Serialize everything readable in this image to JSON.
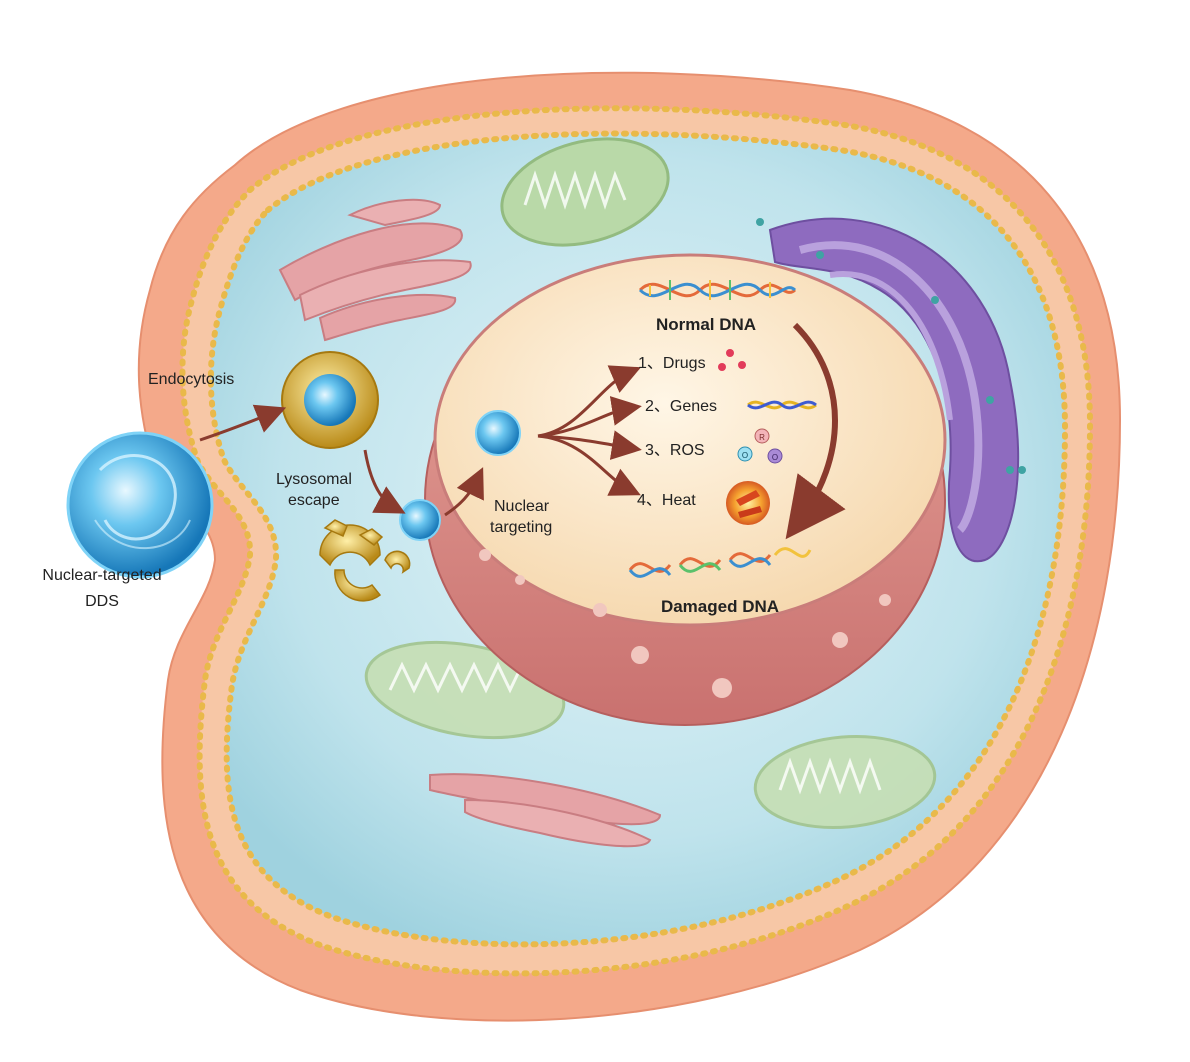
{
  "labels": {
    "endocytosis": "Endocytosis",
    "lysosomal_escape_1": "Lysosomal",
    "lysosomal_escape_2": "escape",
    "nuclear_targeting_1": "Nuclear",
    "nuclear_targeting_2": "targeting",
    "dds_1": "Nuclear-targeted",
    "dds_2": "DDS",
    "normal_dna": "Normal DNA",
    "damaged_dna": "Damaged DNA"
  },
  "mechanisms": [
    {
      "label": "1、Drugs"
    },
    {
      "label": "2、Genes"
    },
    {
      "label": "3、ROS"
    },
    {
      "label": "4、Heat"
    }
  ],
  "ros_symbols": {
    "r": "R",
    "o1": "O",
    "o2": "O"
  },
  "colors": {
    "membrane_outer": "#f4a98a",
    "membrane_bead": "#e9b94a",
    "cytoplasm": "#bfe3ec",
    "nucleus_inner": "#fbe9c8",
    "nucleus_rim": "#d98b86",
    "golgi": "#e5a3a6",
    "mitochondria": "#b9d9a8",
    "er": "#8e6bbf",
    "arrow": "#8a3b2e",
    "dds_blue": "#3aa6e0"
  }
}
